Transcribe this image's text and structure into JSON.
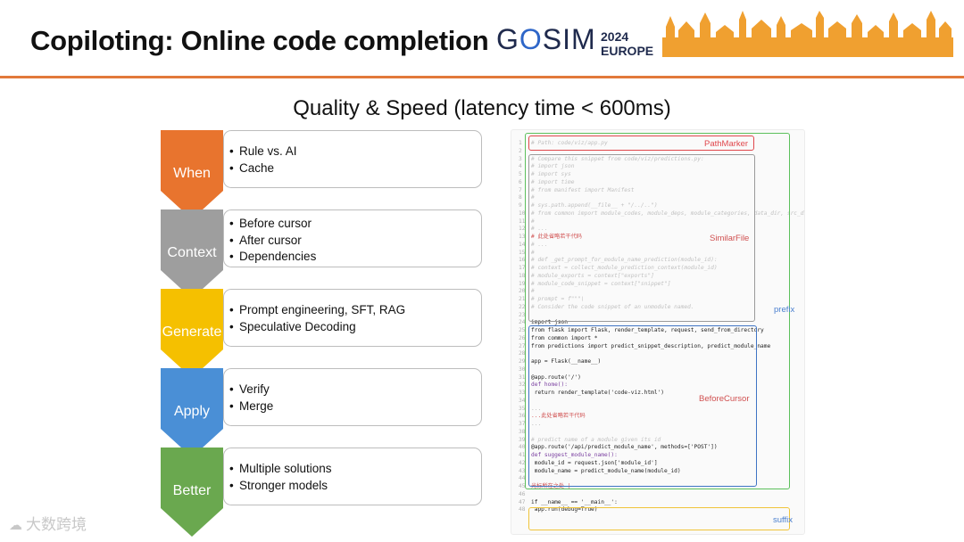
{
  "header": {
    "title": "Copiloting: Online code completion",
    "logo": {
      "g": "G",
      "o": "O",
      "rest": "SIM",
      "year": "2024",
      "region": "EUROPE"
    }
  },
  "subtitle": "Quality & Speed (latency time < 600ms)",
  "colors": {
    "accent": "#e2793a",
    "when": "#e8742e",
    "context": "#9e9e9e",
    "generate": "#f5c000",
    "apply": "#4a8fd6",
    "better": "#6aa84f",
    "path_marker": "#e0474c",
    "similar_file": "#9a9a9a",
    "prefix": "#5cc05c",
    "before_cursor": "#3f74c4",
    "suffix": "#f0c43a"
  },
  "flow": [
    {
      "stage": "When",
      "items": [
        "Rule vs. AI",
        "Cache"
      ]
    },
    {
      "stage": "Context",
      "items": [
        "Before cursor",
        "After cursor",
        "Dependencies"
      ]
    },
    {
      "stage": "Generate",
      "items": [
        "Prompt engineering, SFT, RAG",
        "Speculative Decoding"
      ]
    },
    {
      "stage": "Apply",
      "items": [
        "Verify",
        "Merge"
      ]
    },
    {
      "stage": "Better",
      "items": [
        "Multiple solutions",
        "Stronger models"
      ]
    }
  ],
  "code_regions": {
    "path_marker": "PathMarker",
    "similar_file": "SimilarFile",
    "prefix": "prefix",
    "before_cursor": "BeforeCursor",
    "suffix": "suffix"
  },
  "code_lines": [
    {
      "n": "1",
      "text": "# Path: code/viz/app.py",
      "style": "cmt"
    },
    {
      "n": "2",
      "text": "",
      "style": "dim"
    },
    {
      "n": "3",
      "text": "# Compare this snippet from code/viz/predictions.py:",
      "style": "cmt"
    },
    {
      "n": "4",
      "text": "# import json",
      "style": "cmt"
    },
    {
      "n": "5",
      "text": "# import sys",
      "style": "cmt"
    },
    {
      "n": "6",
      "text": "# import time",
      "style": "cmt"
    },
    {
      "n": "7",
      "text": "# from manifest import Manifest",
      "style": "cmt"
    },
    {
      "n": "8",
      "text": "#",
      "style": "cmt"
    },
    {
      "n": "9",
      "text": "# sys.path.append(__file__ + \"/../..\")",
      "style": "cmt"
    },
    {
      "n": "10",
      "text": "# from common import module_codes, module_deps, module_categories, data_dir, src_dir",
      "style": "cmt"
    },
    {
      "n": "11",
      "text": "#",
      "style": "cmt"
    },
    {
      "n": "12",
      "text": "# ...",
      "style": "cmt"
    },
    {
      "n": "13",
      "text": "#    此处省略若干代码",
      "style": "red"
    },
    {
      "n": "14",
      "text": "# ...",
      "style": "cmt"
    },
    {
      "n": "15",
      "text": "#",
      "style": "cmt"
    },
    {
      "n": "16",
      "text": "# def _get_prompt_for_module_name_prediction(module_id):",
      "style": "cmt"
    },
    {
      "n": "17",
      "text": "#     context = collect_module_prediction_context(module_id)",
      "style": "cmt"
    },
    {
      "n": "18",
      "text": "#     module_exports = context[\"exports\"]",
      "style": "cmt"
    },
    {
      "n": "19",
      "text": "#     module_code_snippet = context[\"snippet\"]",
      "style": "cmt"
    },
    {
      "n": "20",
      "text": "#",
      "style": "cmt"
    },
    {
      "n": "21",
      "text": "#     prompt = f\"\"\"\\",
      "style": "cmt"
    },
    {
      "n": "22",
      "text": "# Consider the code snippet of an unmodule named.",
      "style": "cmt"
    },
    {
      "n": "23",
      "text": "",
      "style": "dim"
    },
    {
      "n": "24",
      "text": "import json",
      "style": "dark"
    },
    {
      "n": "25",
      "text": "from flask import Flask, render_template, request, send_from_directory",
      "style": "dark"
    },
    {
      "n": "26",
      "text": "from common import *",
      "style": "dark"
    },
    {
      "n": "27",
      "text": "from predictions import predict_snippet_description, predict_module_name",
      "style": "dark"
    },
    {
      "n": "28",
      "text": "",
      "style": "dim"
    },
    {
      "n": "29",
      "text": "app = Flask(__name__)",
      "style": "dark"
    },
    {
      "n": "30",
      "text": "",
      "style": "dim"
    },
    {
      "n": "31",
      "text": "@app.route('/')",
      "style": "dark"
    },
    {
      "n": "32",
      "text": "def home():",
      "style": "kw"
    },
    {
      "n": "33",
      "text": "    return render_template('code-viz.html')",
      "style": "dark"
    },
    {
      "n": "34",
      "text": "",
      "style": "dim"
    },
    {
      "n": "35",
      "text": "...",
      "style": "dim"
    },
    {
      "n": "36",
      "text": "...此处省略若干代码",
      "style": "red"
    },
    {
      "n": "37",
      "text": "...",
      "style": "dim"
    },
    {
      "n": "38",
      "text": "",
      "style": "dim"
    },
    {
      "n": "39",
      "text": "# predict name of a module given its id",
      "style": "cmt"
    },
    {
      "n": "40",
      "text": "@app.route('/api/predict_module_name', methods=['POST'])",
      "style": "dark"
    },
    {
      "n": "41",
      "text": "def suggest_module_name():",
      "style": "kw"
    },
    {
      "n": "42",
      "text": "    module_id = request.json['module_id']",
      "style": "dark"
    },
    {
      "n": "43",
      "text": "    module_name = predict_module_name(module_id)",
      "style": "dark"
    },
    {
      "n": "44",
      "text": "",
      "style": "dim"
    },
    {
      "n": "45",
      "text": "光标所在之处 |",
      "style": "red"
    },
    {
      "n": "46",
      "text": "",
      "style": "dim"
    },
    {
      "n": "47",
      "text": "if __name__ == '__main__':",
      "style": "dark"
    },
    {
      "n": "48",
      "text": "    app.run(debug=True)",
      "style": "dark"
    }
  ],
  "watermark": "大数跨境"
}
